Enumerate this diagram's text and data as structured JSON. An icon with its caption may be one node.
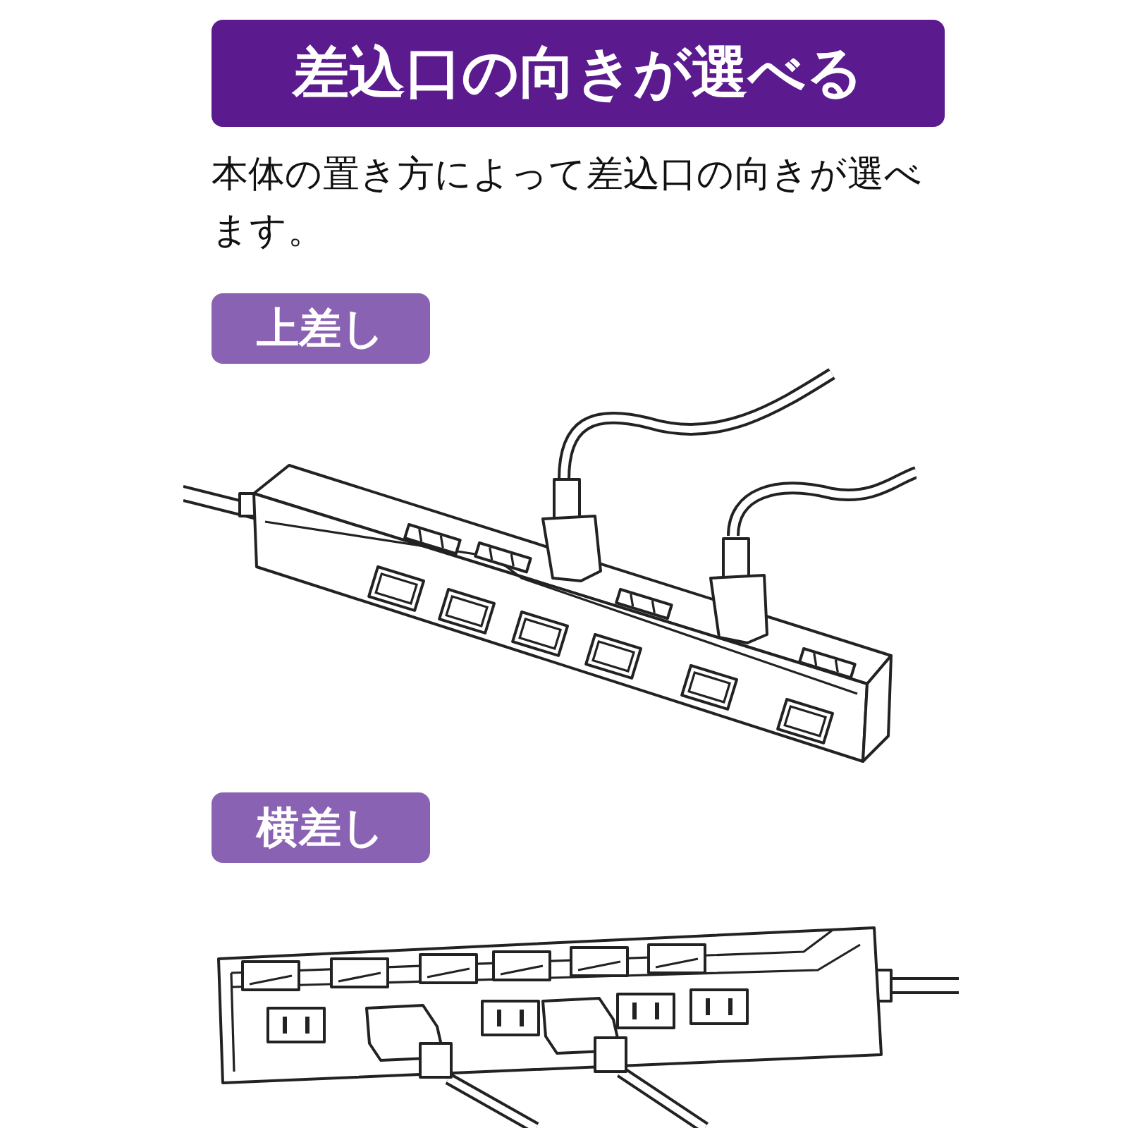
{
  "diagram": {
    "title": "差込口の向きが選べる",
    "nodes": [
      {
        "text": [
          "上差し"
        ]
      },
      {
        "text": [
          "横差し"
        ]
      }
    ],
    "labels": [
      "本体の置き方によって差込口の向きが選べます。"
    ]
  }
}
